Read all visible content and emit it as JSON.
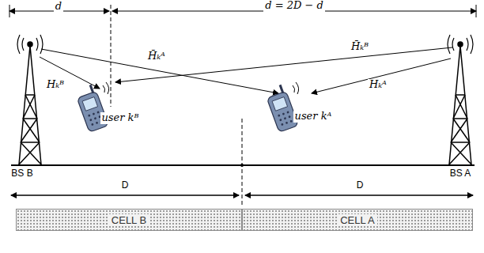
{
  "diagram": {
    "nodes": [
      {
        "text": [
          "CELL B"
        ]
      },
      {
        "text": [
          "CELL A"
        ]
      }
    ],
    "labels": [
      "d",
      "d̄ = 2D − d",
      "Hₖᴮ",
      "H̄ₖᴬ",
      "H̄ₖᴮ",
      "Hₖᴬ",
      "user kᴮ",
      "user kᴬ",
      "BS B",
      "BS A",
      "D",
      "D"
    ]
  }
}
